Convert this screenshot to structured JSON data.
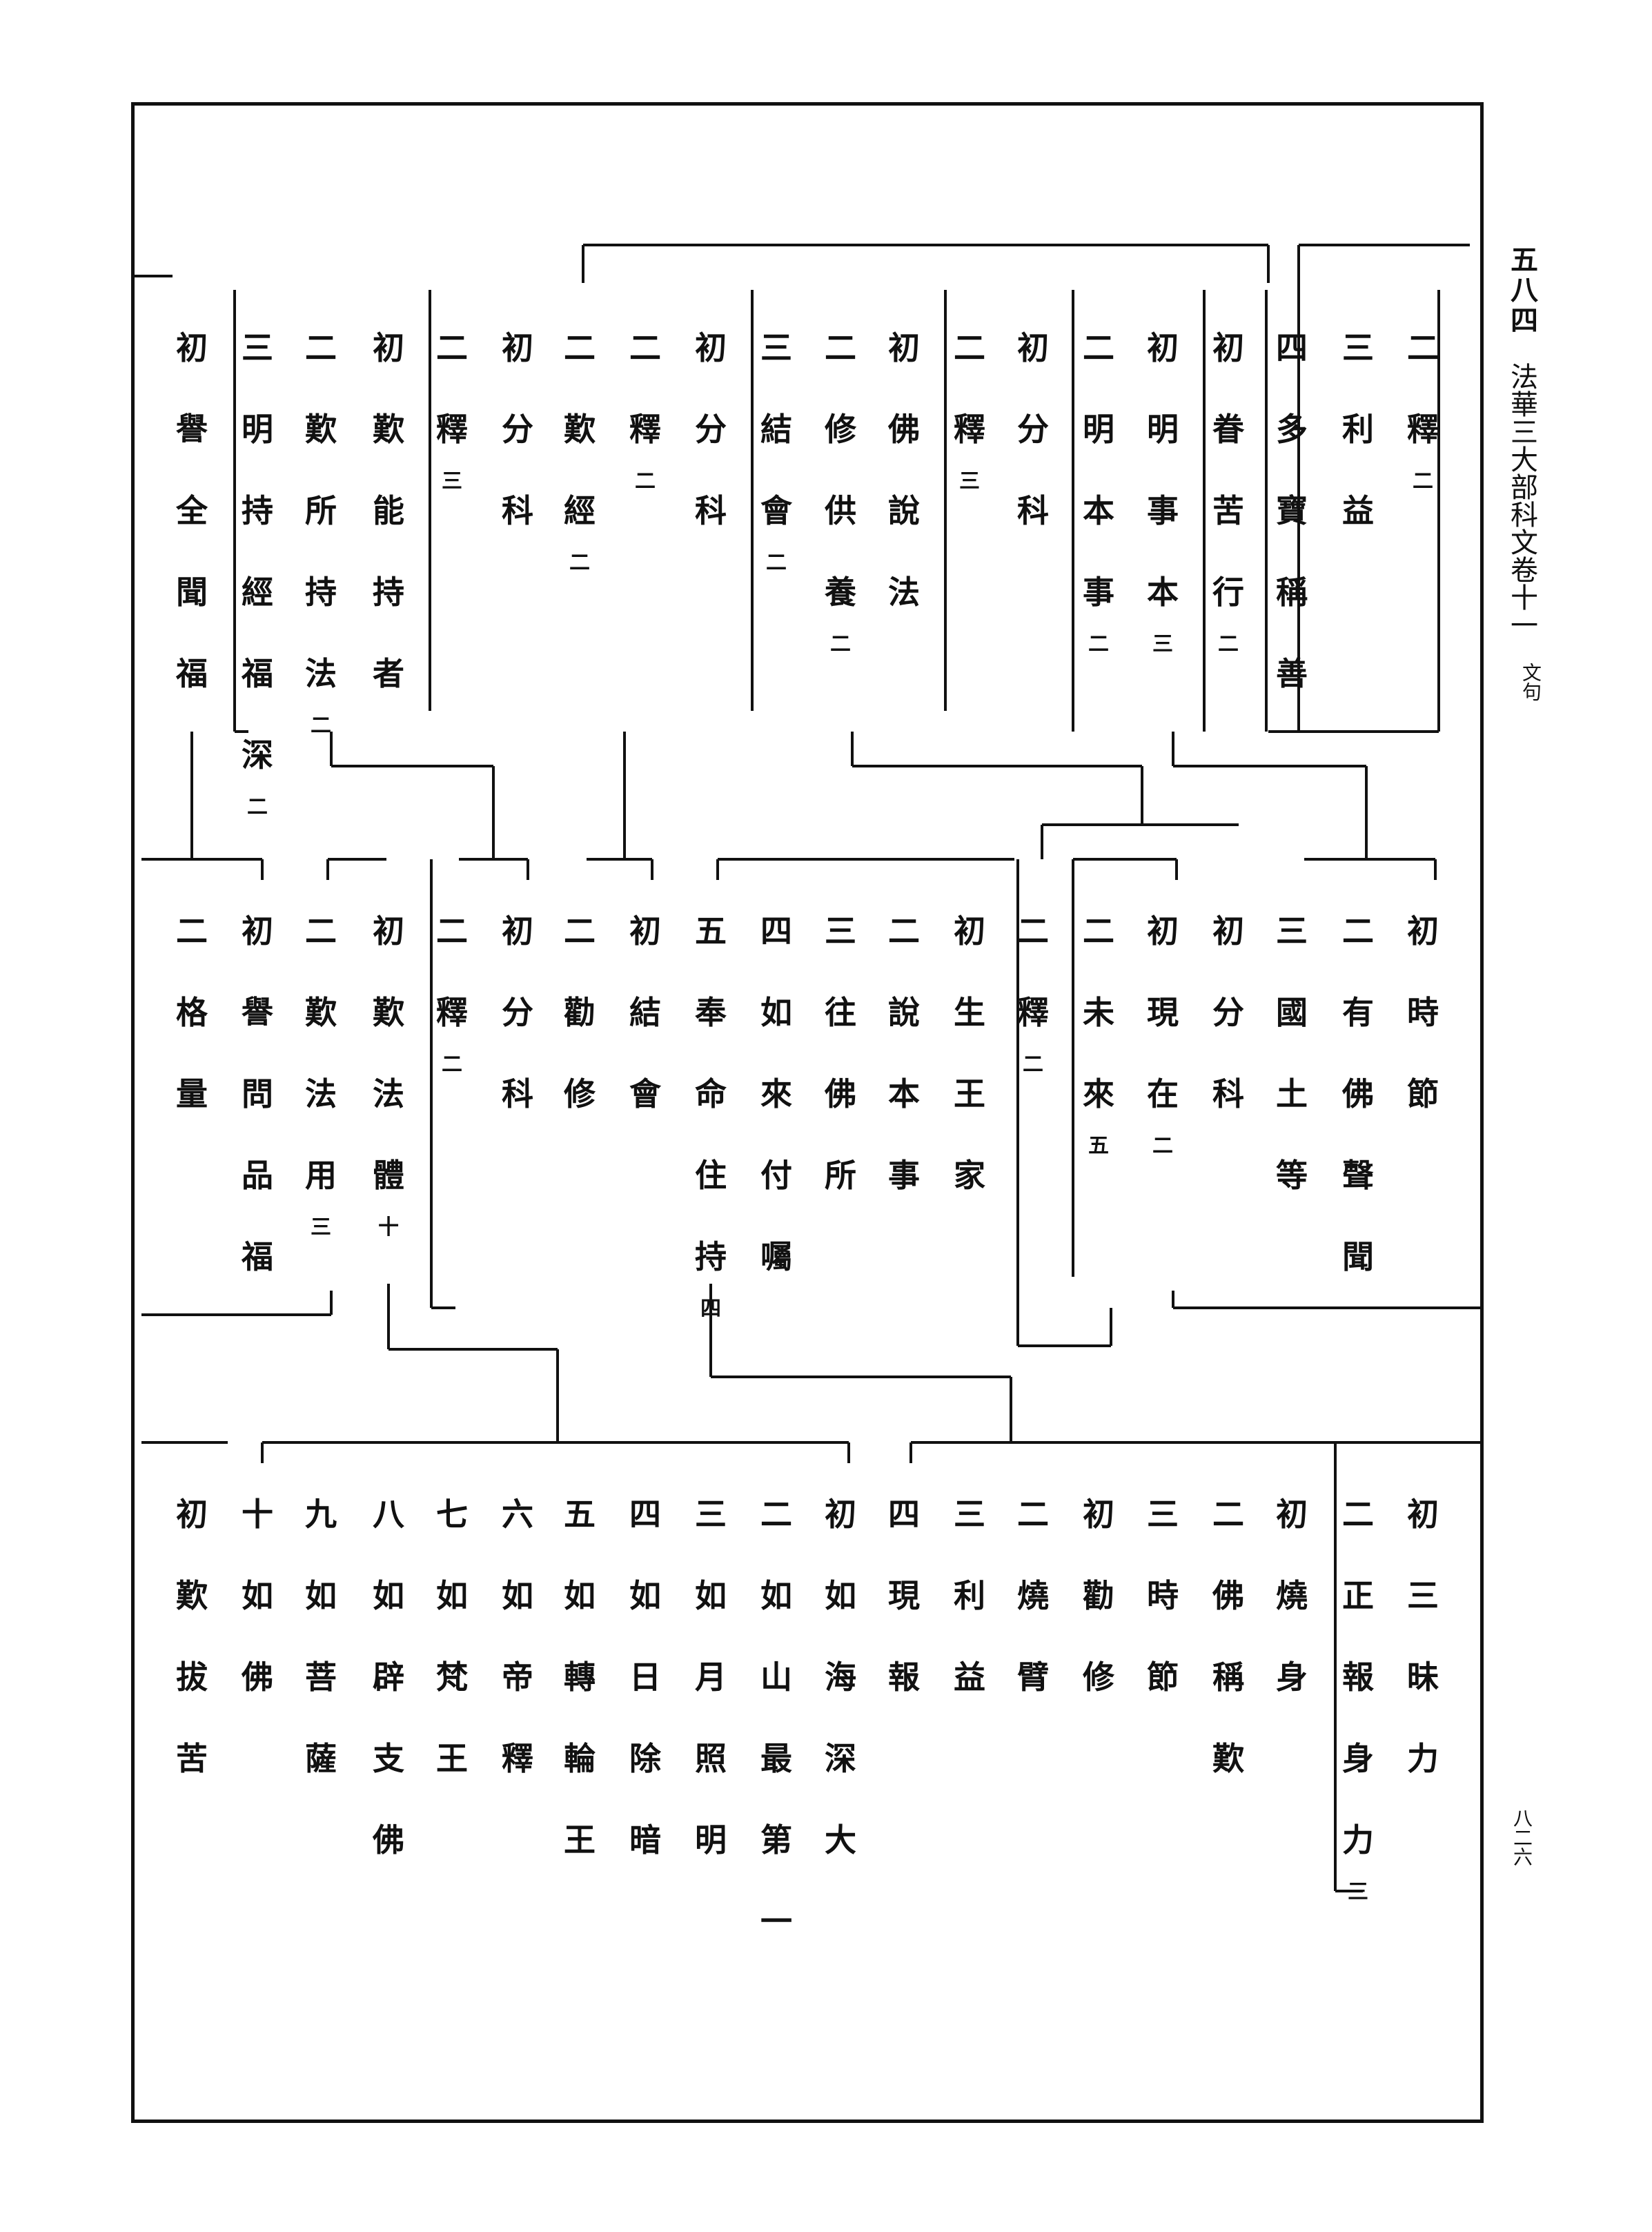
{
  "margin": {
    "page_number_top": "五八四",
    "book_title": "法華三大部科文卷十一",
    "book_subtitle": "文句",
    "folio": "八二六"
  },
  "band1": [
    {
      "head": "初",
      "text": "譽全聞福",
      "count": ""
    },
    {
      "head": "三",
      "text": "明持經福深",
      "count": "二"
    },
    {
      "head": "二",
      "text": "歎所持法",
      "count": "二"
    },
    {
      "head": "初",
      "text": "歎能持者",
      "count": ""
    },
    {
      "head": "二",
      "text": "釋",
      "count": "三"
    },
    {
      "head": "初",
      "text": "分科",
      "count": ""
    },
    {
      "head": "二",
      "text": "歎經",
      "count": "二"
    },
    {
      "head": "二",
      "text": "釋",
      "count": "二"
    },
    {
      "head": "初",
      "text": "分科",
      "count": ""
    },
    {
      "head": "三",
      "text": "結會",
      "count": "二"
    },
    {
      "head": "二",
      "text": "修供養",
      "count": "二"
    },
    {
      "head": "初",
      "text": "佛說法",
      "count": ""
    },
    {
      "head": "二",
      "text": "釋",
      "count": "三"
    },
    {
      "head": "初",
      "text": "分科",
      "count": ""
    },
    {
      "head": "二",
      "text": "明本事",
      "count": "二"
    },
    {
      "head": "初",
      "text": "明事本",
      "count": "三"
    },
    {
      "head": "初",
      "text": "眷苦行",
      "count": "二"
    },
    {
      "head": "四",
      "text": "多寶稱善",
      "count": ""
    },
    {
      "head": "三",
      "text": "利益",
      "count": ""
    },
    {
      "head": "二",
      "text": "釋",
      "count": "二"
    }
  ],
  "band2": [
    {
      "head": "二",
      "text": "格量",
      "count": ""
    },
    {
      "head": "初",
      "text": "譽問品福",
      "count": ""
    },
    {
      "head": "二",
      "text": "歎法用",
      "count": "三"
    },
    {
      "head": "初",
      "text": "歎法體",
      "count": "十"
    },
    {
      "head": "二",
      "text": "釋",
      "count": "二"
    },
    {
      "head": "初",
      "text": "分科",
      "count": ""
    },
    {
      "head": "二",
      "text": "勸修",
      "count": ""
    },
    {
      "head": "初",
      "text": "結會",
      "count": ""
    },
    {
      "head": "五",
      "text": "奉命住持",
      "count": "四"
    },
    {
      "head": "四",
      "text": "如來付囑",
      "count": ""
    },
    {
      "head": "三",
      "text": "往佛所",
      "count": ""
    },
    {
      "head": "二",
      "text": "說本事",
      "count": ""
    },
    {
      "head": "初",
      "text": "生王家",
      "count": ""
    },
    {
      "head": "二",
      "text": "釋",
      "count": "二"
    },
    {
      "head": "二",
      "text": "未來",
      "count": "五"
    },
    {
      "head": "初",
      "text": "現在",
      "count": "二"
    },
    {
      "head": "初",
      "text": "分科",
      "count": ""
    },
    {
      "head": "三",
      "text": "國土等",
      "count": ""
    },
    {
      "head": "二",
      "text": "有佛聲聞",
      "count": ""
    },
    {
      "head": "初",
      "text": "時節",
      "count": ""
    }
  ],
  "band3": [
    {
      "head": "初",
      "text": "歎拔苦",
      "count": ""
    },
    {
      "head": "十",
      "text": "如佛",
      "count": ""
    },
    {
      "head": "九",
      "text": "如菩薩",
      "count": ""
    },
    {
      "head": "八",
      "text": "如辟支佛",
      "count": ""
    },
    {
      "head": "七",
      "text": "如梵王",
      "count": ""
    },
    {
      "head": "六",
      "text": "如帝釋",
      "count": ""
    },
    {
      "head": "五",
      "text": "如轉輪王",
      "count": ""
    },
    {
      "head": "四",
      "text": "如日除暗",
      "count": ""
    },
    {
      "head": "三",
      "text": "如月照明",
      "count": ""
    },
    {
      "head": "二",
      "text": "如山最第一",
      "count": ""
    },
    {
      "head": "初",
      "text": "如海深大",
      "count": ""
    },
    {
      "head": "四",
      "text": "現報",
      "count": ""
    },
    {
      "head": "三",
      "text": "利益",
      "count": ""
    },
    {
      "head": "二",
      "text": "燒臂",
      "count": ""
    },
    {
      "head": "初",
      "text": "勸修",
      "count": ""
    },
    {
      "head": "三",
      "text": "時節",
      "count": ""
    },
    {
      "head": "二",
      "text": "佛稱歎",
      "count": ""
    },
    {
      "head": "初",
      "text": "燒身",
      "count": ""
    },
    {
      "head": "二",
      "text": "正報身力",
      "count": "三"
    },
    {
      "head": "初",
      "text": "三昧力",
      "count": ""
    }
  ]
}
